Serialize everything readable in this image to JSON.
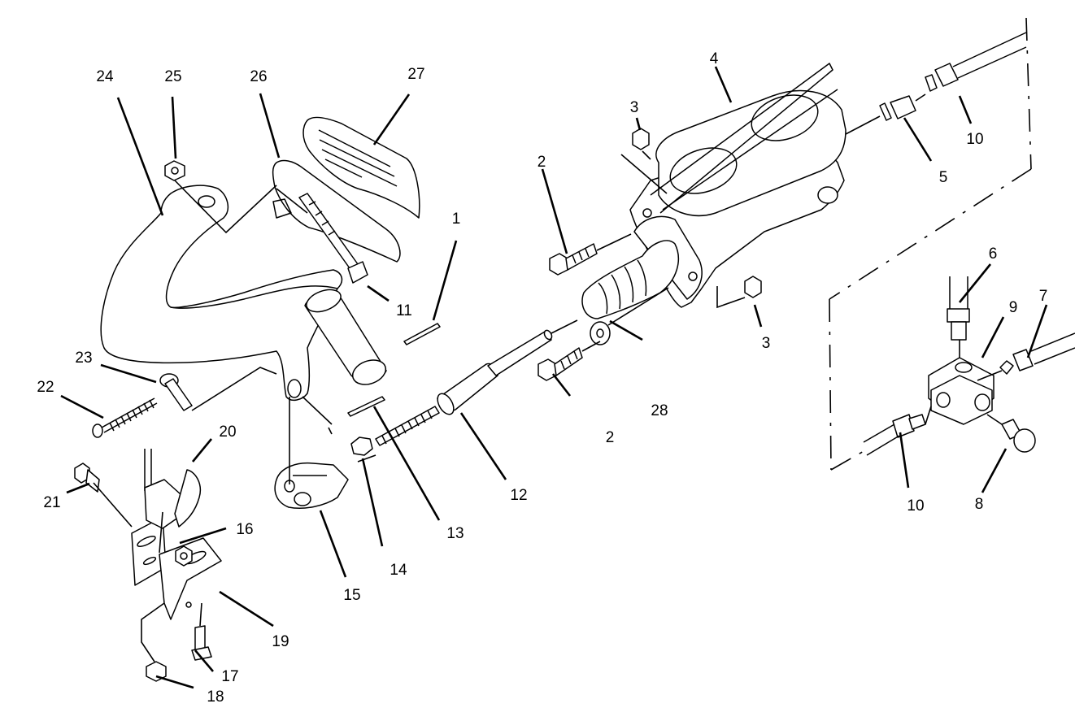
{
  "diagram": {
    "labels": [
      {
        "id": "c1",
        "text": "1"
      },
      {
        "id": "c2a",
        "text": "2"
      },
      {
        "id": "c2b",
        "text": "2"
      },
      {
        "id": "c3a",
        "text": "3"
      },
      {
        "id": "c3b",
        "text": "3"
      },
      {
        "id": "c4",
        "text": "4"
      },
      {
        "id": "c5",
        "text": "5"
      },
      {
        "id": "c6",
        "text": "6"
      },
      {
        "id": "c7",
        "text": "7"
      },
      {
        "id": "c8",
        "text": "8"
      },
      {
        "id": "c9",
        "text": "9"
      },
      {
        "id": "c10a",
        "text": "10"
      },
      {
        "id": "c10b",
        "text": "10"
      },
      {
        "id": "c11",
        "text": "11"
      },
      {
        "id": "c12",
        "text": "12"
      },
      {
        "id": "c13",
        "text": "13"
      },
      {
        "id": "c14",
        "text": "14"
      },
      {
        "id": "c15",
        "text": "15"
      },
      {
        "id": "c16",
        "text": "16"
      },
      {
        "id": "c17",
        "text": "17"
      },
      {
        "id": "c18",
        "text": "18"
      },
      {
        "id": "c19",
        "text": "19"
      },
      {
        "id": "c20",
        "text": "20"
      },
      {
        "id": "c21",
        "text": "21"
      },
      {
        "id": "c22",
        "text": "22"
      },
      {
        "id": "c23",
        "text": "23"
      },
      {
        "id": "c24",
        "text": "24"
      },
      {
        "id": "c25",
        "text": "25"
      },
      {
        "id": "c26",
        "text": "26"
      },
      {
        "id": "c27",
        "text": "27"
      },
      {
        "id": "c28",
        "text": "28"
      }
    ]
  }
}
